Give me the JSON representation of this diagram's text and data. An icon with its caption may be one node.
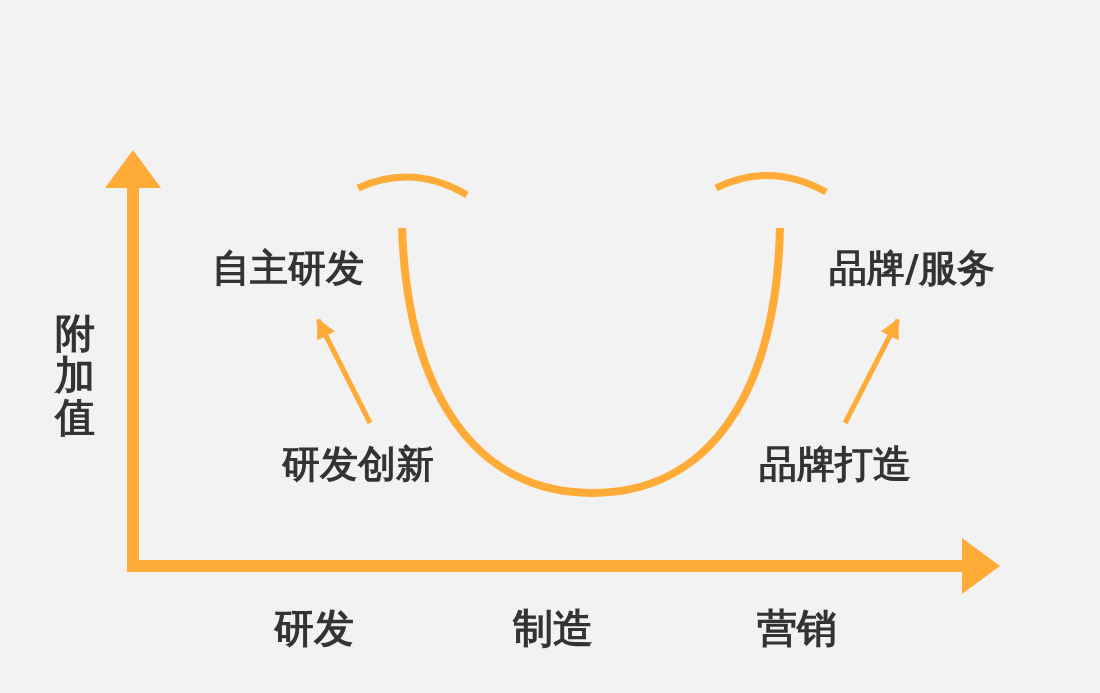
{
  "diagram": {
    "nodes": [
      {
        "text": [
          "自主研发"
        ]
      },
      {
        "text": [
          "研发创新"
        ]
      },
      {
        "text": [
          "品牌/服务"
        ]
      },
      {
        "text": [
          "品牌打造"
        ]
      }
    ],
    "edges": [
      {
        "from": 1,
        "to": 0,
        "arrow": "to"
      },
      {
        "from": 3,
        "to": 2,
        "arrow": "to"
      }
    ],
    "labels": [
      "附加值",
      "研发",
      "制造",
      "营销"
    ]
  }
}
